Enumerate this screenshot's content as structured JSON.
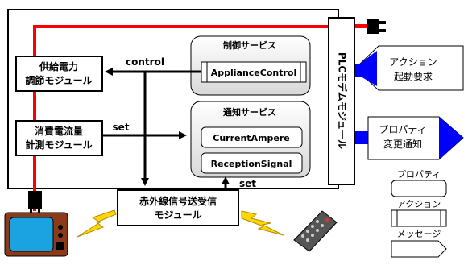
{
  "modules": {
    "supply_power": [
      "供給電力",
      "調節モジュール"
    ],
    "current_measure": [
      "消費電流量",
      "計測モジュール"
    ],
    "ir_transceiver": [
      "赤外線信号送受信",
      "モジュール"
    ],
    "plc_modem": "PLCモデムモジュール"
  },
  "services": {
    "control": {
      "title": "制御サービス",
      "items": [
        "ApplianceControl"
      ]
    },
    "notify": {
      "title": "通知サービス",
      "items": [
        "CurrentAmpere",
        "ReceptionSignal"
      ]
    }
  },
  "arrows": {
    "control": "control",
    "set_top": "set",
    "set_bottom": "set"
  },
  "requests": {
    "action": [
      "アクション",
      "起動要求"
    ],
    "property": [
      "プロパティ",
      "変更通知"
    ]
  },
  "legend": {
    "property": "プロパティ",
    "action": "アクション",
    "message": "メッセージ"
  },
  "colors": {
    "power_line": "#ff0000",
    "signal_arrow": "#0000ff",
    "lightning": "#ffd700"
  }
}
